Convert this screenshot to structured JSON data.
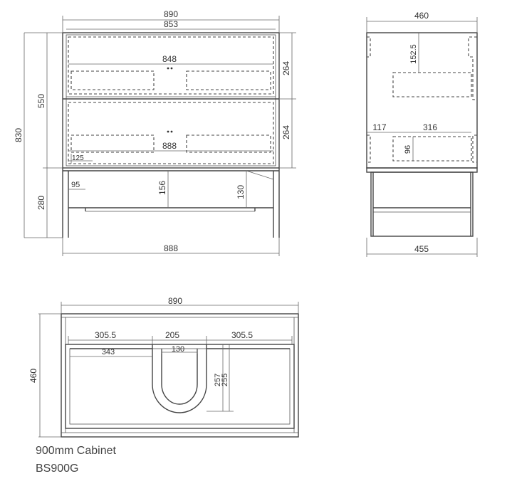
{
  "front_view": {
    "width_overall": "890",
    "width_inner": "853",
    "drawer_width_top": "848",
    "drawer_width_bottom": "888",
    "drawer_height_top": "264",
    "drawer_height_bottom": "264",
    "cabinet_height": "550",
    "total_height": "830",
    "frame_height": "280",
    "handle_offset": "125",
    "leg_offset": "95",
    "shelf_depth": "156",
    "shelf_height": "130",
    "base_width": "888"
  },
  "side_view": {
    "depth_top": "460",
    "drawer_offset_vertical": "152.5",
    "drawer_offset_horizontal": "117",
    "drawer_depth": "316",
    "drawer_inner_height": "96",
    "base_depth": "455"
  },
  "top_view": {
    "width": "890",
    "depth": "460",
    "cutout_left": "305.5",
    "cutout_width": "205",
    "cutout_right": "305.5",
    "left_inner": "343",
    "cutout_inner": "130",
    "cutout_depth_outer": "257",
    "cutout_depth_inner": "255"
  },
  "caption": {
    "title": "900mm Cabinet",
    "model": "BS900G"
  }
}
